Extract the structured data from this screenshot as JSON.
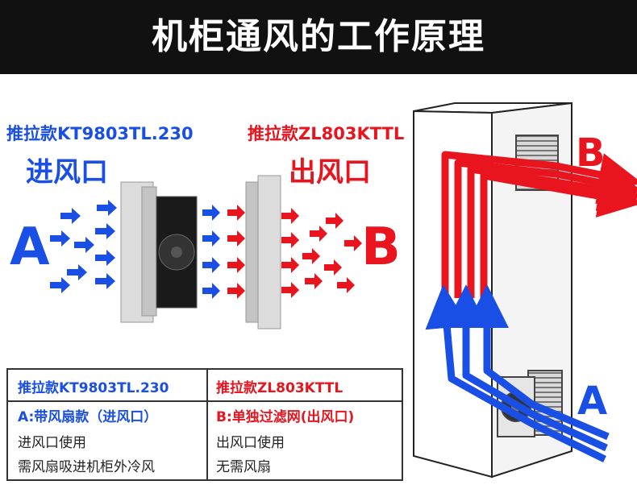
{
  "header": {
    "title": "机柜通风的工作原理"
  },
  "intake": {
    "model": "推拉款KT9803TL.230",
    "name": "进风口",
    "letter": "A"
  },
  "exhaust": {
    "model": "推拉款ZL803KTTL",
    "name": "出风口",
    "letter": "B"
  },
  "cabinet": {
    "top_label": "B",
    "bottom_label": "A"
  },
  "table": {
    "left": {
      "header": "推拉款KT9803TL.230",
      "type": "A:带风扇款（进风口）",
      "usage": "进风口使用",
      "note": "需风扇吸进机柜外冷风"
    },
    "right": {
      "header": "推拉款ZL803KTTL",
      "type": "B:单独过滤网(出风口)",
      "usage": "出风口使用",
      "note": "无需风扇"
    }
  },
  "colors": {
    "blue": "#1a4fe6",
    "red": "#e8141e",
    "banner": "#111111"
  }
}
